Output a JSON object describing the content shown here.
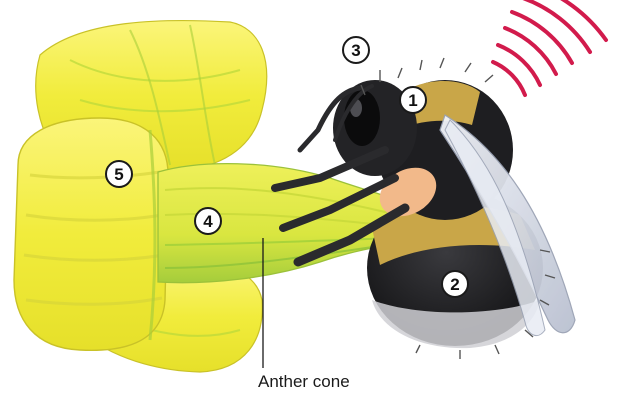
{
  "markers": [
    {
      "label": "1"
    },
    {
      "label": "2"
    },
    {
      "label": "3"
    },
    {
      "label": "4"
    },
    {
      "label": "5"
    }
  ],
  "caption": "Anther cone",
  "colors": {
    "petal_yellow": "#f3ef4a",
    "petal_vein": "#9fcf3a",
    "cone_green": "#a6cf45",
    "bee_black": "#1f1f22",
    "bee_band": "#c9a648",
    "wing": "#dfe4ee",
    "buzz_waves": "#d21b4c"
  },
  "icons": [
    "flower-illustration",
    "bumblebee-illustration",
    "buzz-vibration-icon"
  ]
}
